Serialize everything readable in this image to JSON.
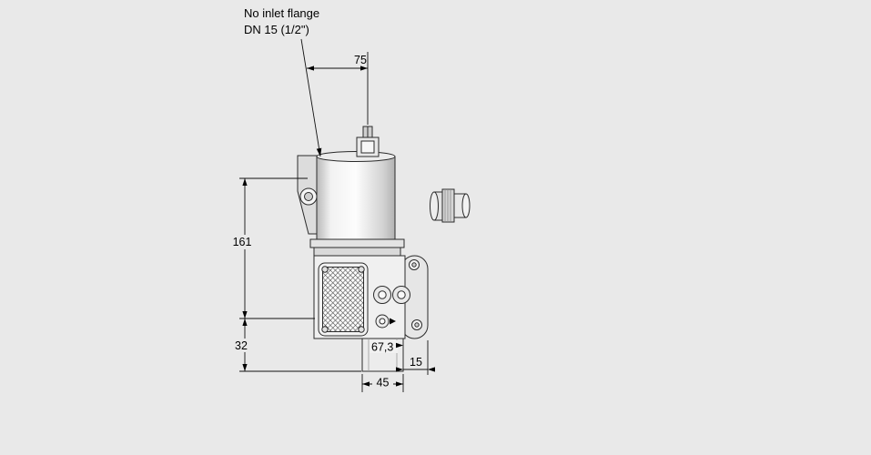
{
  "page": {
    "background_color": "#e9e9e9",
    "line_color": "#2b2b2b",
    "dimension_line_color": "#111111"
  },
  "drawing": {
    "subject": "gas solenoid valve dimensional drawing",
    "note": {
      "line1": "No inlet flange",
      "line2": "DN 15 (1/2\")"
    },
    "dimensions": {
      "top_width": "75",
      "upper_height": "161",
      "lower_height": "32",
      "depth": "67,3",
      "bottom_width": "45",
      "flange_offset": "15"
    }
  }
}
